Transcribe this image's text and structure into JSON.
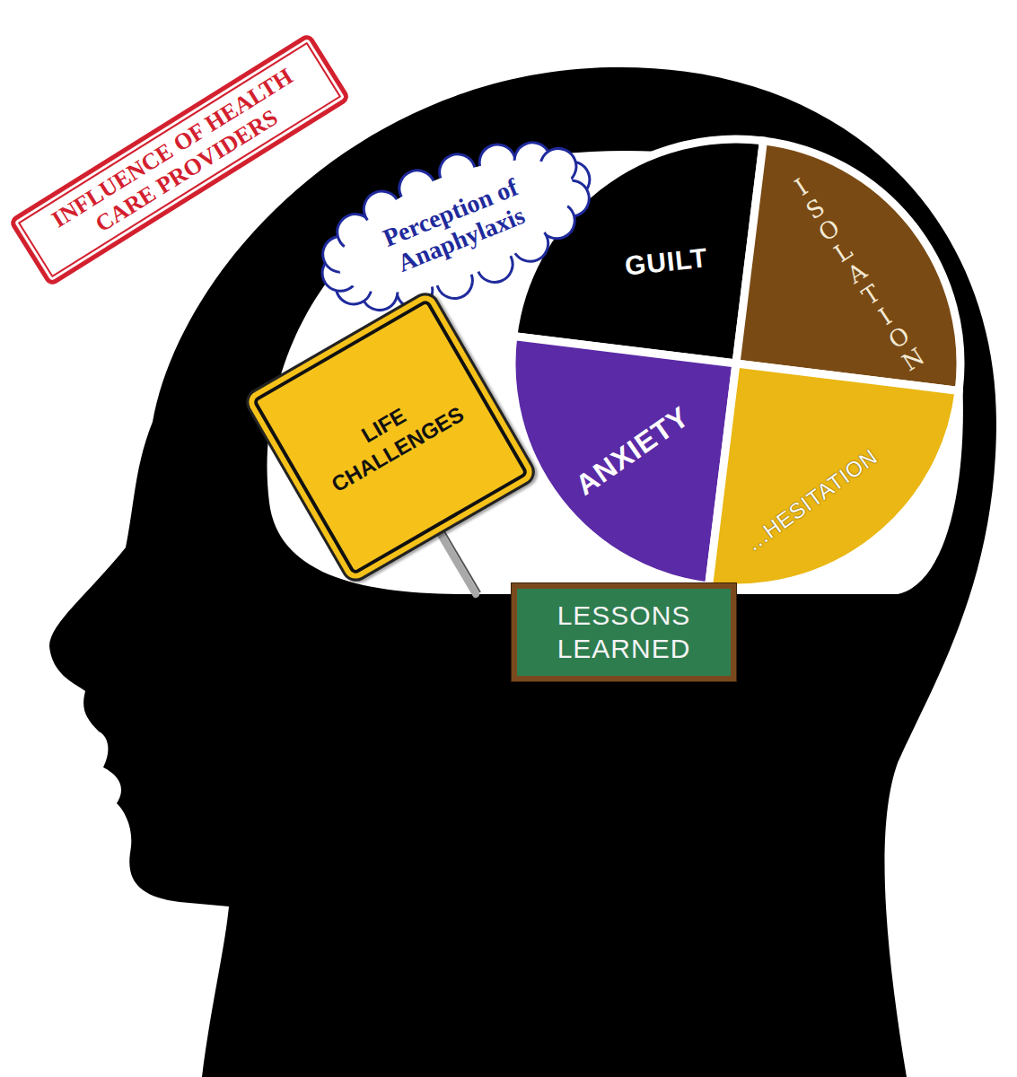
{
  "diagram": {
    "nodes": [
      {
        "text": [
          "INFLUENCE OF HEALTH CARE PROVIDERS"
        ]
      },
      {
        "text": [
          "Perception of Anaphylaxis"
        ]
      },
      {
        "text": [
          "GUILT"
        ]
      },
      {
        "text": [
          "ISOLATION"
        ]
      },
      {
        "text": [
          "LIFE CHALLENGES"
        ]
      },
      {
        "text": [
          "ANXIETY"
        ]
      },
      {
        "text": [
          "...HESITATION"
        ]
      },
      {
        "text": [
          "LESSONS LEARNED"
        ]
      }
    ]
  }
}
